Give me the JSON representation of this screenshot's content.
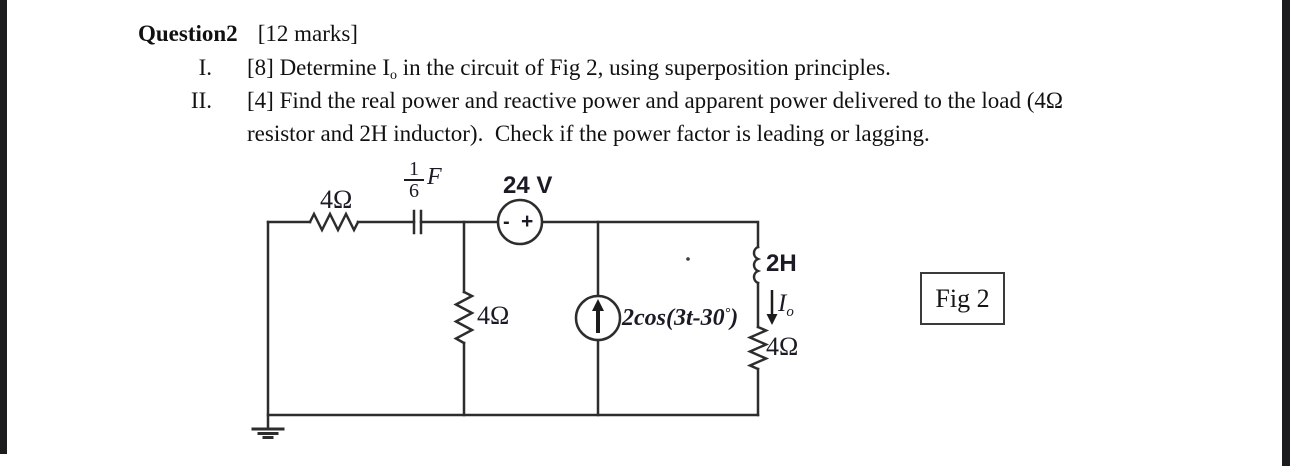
{
  "question": {
    "title": "Question2",
    "marks": "[12 marks]",
    "items": [
      {
        "numeral": "I.",
        "pre": "[8] Determine I",
        "sub": "o",
        "post": " in the circuit of Fig 2, using superposition principles."
      },
      {
        "numeral": "II.",
        "line1": "[4] Find the real power and reactive power and apparent power delivered to the load (4Ω",
        "line2": "resistor and 2H inductor).  Check if the power factor is leading or lagging."
      }
    ]
  },
  "circuit": {
    "top_resistor_label": "4Ω",
    "cap_num": "1",
    "cap_den": "6",
    "cap_unit": "F",
    "vsource_label": "24 V",
    "vsource_minus": "-",
    "vsource_plus": "+",
    "mid_resistor_label": "4Ω",
    "isource_pre": "2cos(3t-30",
    "isource_deg": "°",
    "isource_post": ")",
    "inductor_label": "2H",
    "io_main": "I",
    "io_sub": "o",
    "right_resistor_label": "4Ω",
    "fig_label": "Fig 2"
  },
  "colors": {
    "wire": "#2d2d2d",
    "label": "#1b1b26"
  }
}
